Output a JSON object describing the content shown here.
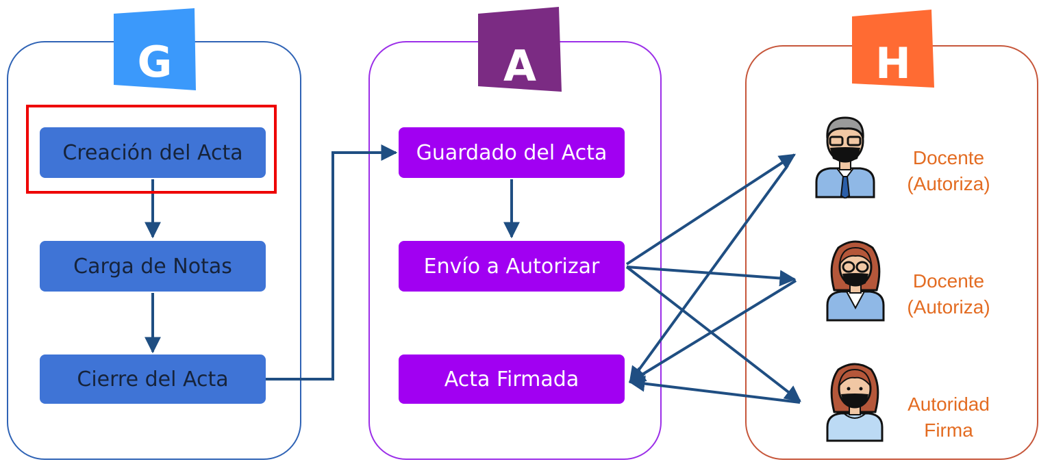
{
  "logos": {
    "g": {
      "letter": "G",
      "color": "#3b99fb"
    },
    "a": {
      "letter": "A",
      "color": "#7b2b83"
    },
    "h": {
      "letter": "H",
      "color": "#ff6b33"
    }
  },
  "panel_g": {
    "steps": [
      "Creación del Acta",
      "Carga de Notas",
      "Cierre del Acta"
    ]
  },
  "panel_a": {
    "steps": [
      "Guardado del Acta",
      "Envío a Autorizar",
      "Acta Firmada"
    ]
  },
  "panel_h": {
    "roles": [
      {
        "line1": "Docente",
        "line2": "(Autoriza)"
      },
      {
        "line1": "Docente",
        "line2": "(Autoriza)"
      },
      {
        "line1": "Autoridad",
        "line2": "Firma"
      }
    ]
  },
  "colors": {
    "arrow": "#1f4e82",
    "highlight": "#ee0000",
    "role_text": "#e36c22"
  }
}
